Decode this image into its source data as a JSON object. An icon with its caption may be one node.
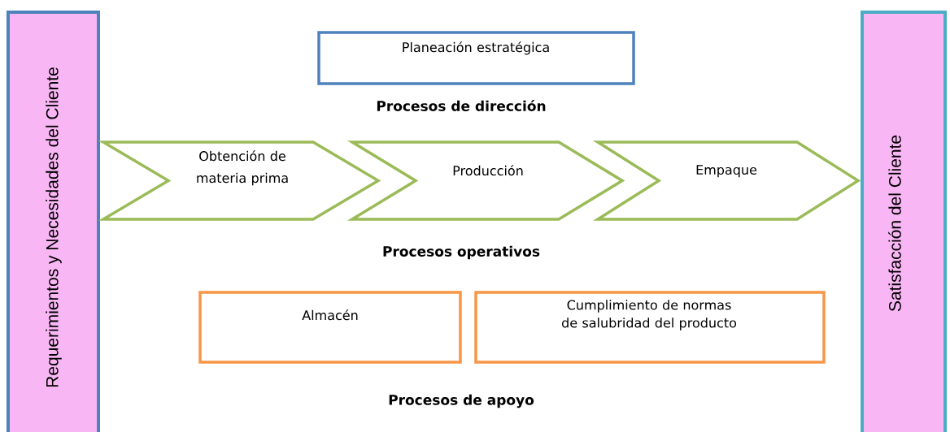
{
  "diagram": {
    "nodes": [
      {
        "text": [
          "Requerimientos y Necesidades del Cliente"
        ]
      },
      {
        "text": [
          "Planeación estratégica"
        ]
      },
      {
        "text": [
          "Obtención de materia prima"
        ]
      },
      {
        "text": [
          "Producción"
        ]
      },
      {
        "text": [
          "Empaque"
        ]
      },
      {
        "text": [
          "Almacén"
        ]
      },
      {
        "text": [
          "Cumplimiento de normas de salubridad del producto"
        ]
      },
      {
        "text": [
          "Satisfacción del Cliente"
        ]
      }
    ],
    "labels": [
      "Procesos de dirección",
      "Procesos operativos",
      "Procesos de apoyo"
    ]
  }
}
